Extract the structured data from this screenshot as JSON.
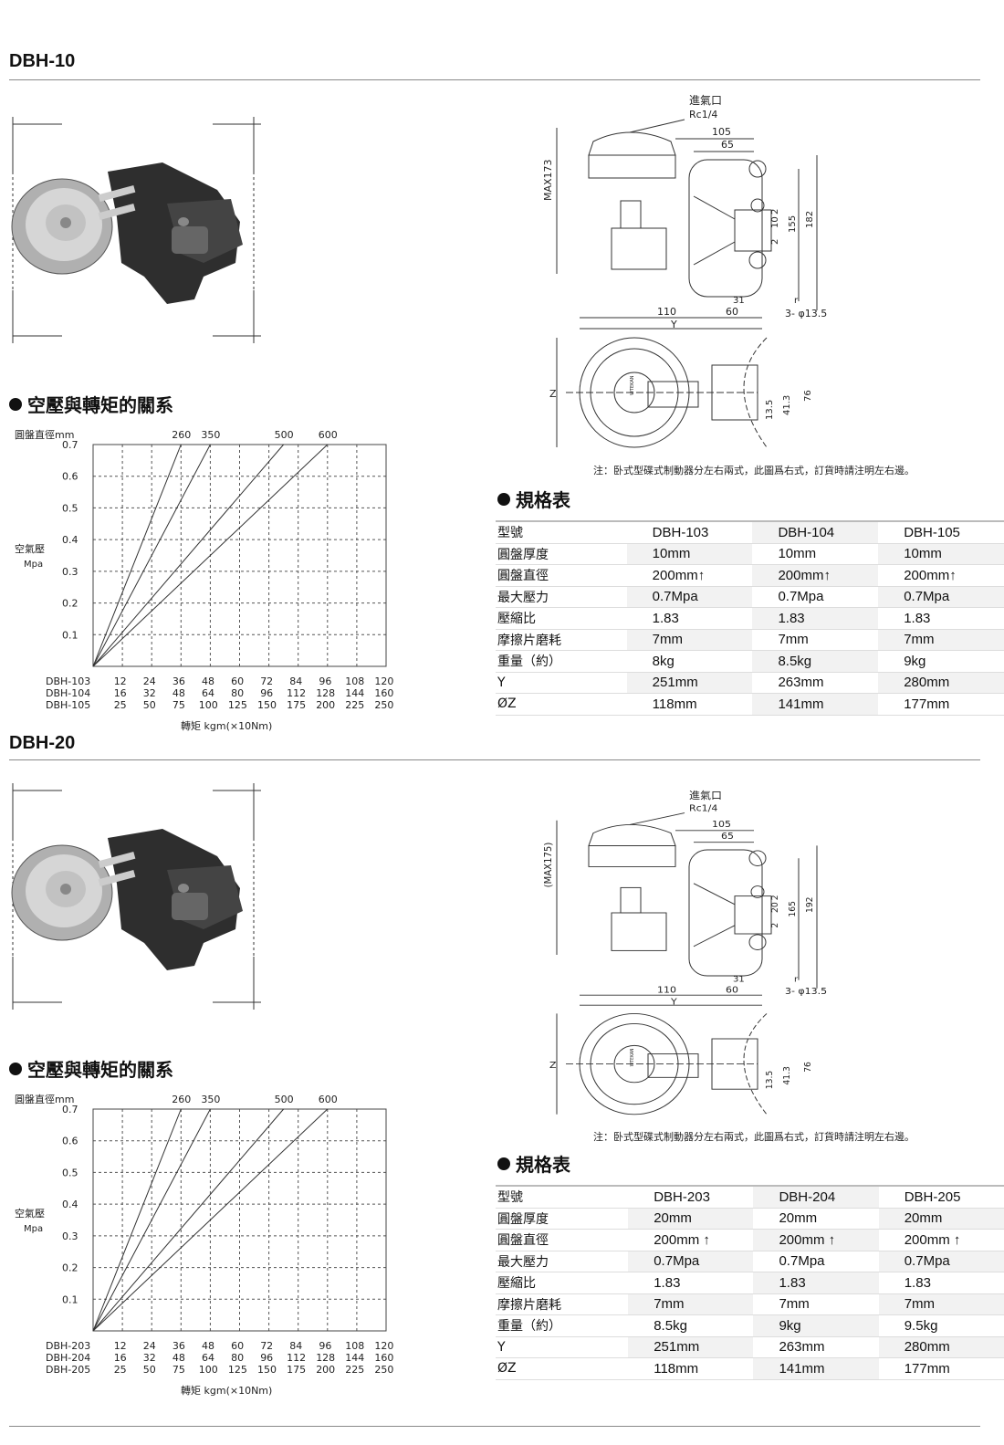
{
  "sections": [
    {
      "title": "DBH-10",
      "chart_heading": "空壓與轉矩的關系",
      "spec_heading": "規格表",
      "note": "注：卧式型碟式制動器分左右兩式，此圖爲右式，訂貨時請注明左右邊。",
      "drawing": {
        "inlet_label": "進氣口",
        "inlet_thread": "Rc1/4",
        "dim_105": "105",
        "dim_65": "65",
        "dim_max": "MAX173",
        "dim_2a": "2",
        "dim_10": "10",
        "dim_2b": "2",
        "dim_155": "155",
        "dim_182": "182",
        "dim_31": "31",
        "dim_110": "110",
        "dim_60": "60",
        "dim_y": "Y",
        "dim_r": "r",
        "dim_hole": "3- φ13.5",
        "dim_z": "Z",
        "dim_135": "13.5",
        "dim_413": "41.3",
        "dim_76": "76",
        "logo": "WTEKAN"
      },
      "chart_data": {
        "type": "line",
        "top_label": "圓盤直徑mm",
        "top_ticks": [
          "260",
          "350",
          "500",
          "600"
        ],
        "ylabel": "空氣壓",
        "yunit": "Mpa",
        "yticks": [
          "0.7",
          "0.6",
          "0.5",
          "0.4",
          "0.3",
          "0.2",
          "0.1"
        ],
        "ylim": [
          0,
          0.7
        ],
        "xlabel": "轉矩  kgm(×10Nm)",
        "x_rows": [
          {
            "name": "DBH-103",
            "values": [
              "12",
              "24",
              "36",
              "48",
              "60",
              "72",
              "84",
              "96",
              "108",
              "120"
            ]
          },
          {
            "name": "DBH-104",
            "values": [
              "16",
              "32",
              "48",
              "64",
              "80",
              "96",
              "112",
              "128",
              "144",
              "160"
            ]
          },
          {
            "name": "DBH-105",
            "values": [
              "25",
              "50",
              "75",
              "100",
              "125",
              "150",
              "175",
              "200",
              "225",
              "250"
            ]
          }
        ],
        "series": [
          {
            "label": "260",
            "end_x_step": 3.0
          },
          {
            "label": "350",
            "end_x_step": 4.0
          },
          {
            "label": "500",
            "end_x_step": 6.5
          },
          {
            "label": "600",
            "end_x_step": 8.0
          }
        ],
        "grid": true
      },
      "spec": {
        "headers": [
          "型號",
          "DBH-103",
          "DBH-104",
          "DBH-105"
        ],
        "rows": [
          [
            "圓盤厚度",
            "10mm",
            "10mm",
            "10mm"
          ],
          [
            "圓盤直徑",
            "200mm↑",
            "200mm↑",
            "200mm↑"
          ],
          [
            "最大壓力",
            "0.7Mpa",
            "0.7Mpa",
            "0.7Mpa"
          ],
          [
            "壓縮比",
            "1.83",
            "1.83",
            "1.83"
          ],
          [
            "摩擦片磨耗",
            "7mm",
            "7mm",
            "7mm"
          ],
          [
            "重量（約）",
            "8kg",
            "8.5kg",
            "9kg"
          ],
          [
            "Y",
            "251mm",
            "263mm",
            "280mm"
          ],
          [
            "ØZ",
            "118mm",
            "141mm",
            "177mm"
          ]
        ]
      }
    },
    {
      "title": "DBH-20",
      "chart_heading": "空壓與轉矩的關系",
      "spec_heading": "規格表",
      "note": "注：卧式型碟式制動器分左右兩式，此圖爲右式，訂貨時請注明左右邊。",
      "drawing": {
        "inlet_label": "進氣口",
        "inlet_thread": "Rc1/4",
        "dim_105": "105",
        "dim_65": "65",
        "dim_max": "(MAX175)",
        "dim_2a": "2",
        "dim_10": "20",
        "dim_2b": "2",
        "dim_155": "165",
        "dim_182": "192",
        "dim_31": "31",
        "dim_110": "110",
        "dim_60": "60",
        "dim_y": "Y",
        "dim_r": "r",
        "dim_hole": "3- φ13.5",
        "dim_z": "Z",
        "dim_135": "13.5",
        "dim_413": "41.3",
        "dim_76": "76",
        "logo": "WTEKAN"
      },
      "chart_data": {
        "type": "line",
        "top_label": "圓盤直徑mm",
        "top_ticks": [
          "260",
          "350",
          "500",
          "600"
        ],
        "ylabel": "空氣壓",
        "yunit": "Mpa",
        "yticks": [
          "0.7",
          "0.6",
          "0.5",
          "0.4",
          "0.3",
          "0.2",
          "0.1"
        ],
        "ylim": [
          0,
          0.7
        ],
        "xlabel": "轉矩  kgm(×10Nm)",
        "x_rows": [
          {
            "name": "DBH-203",
            "values": [
              "12",
              "24",
              "36",
              "48",
              "60",
              "72",
              "84",
              "96",
              "108",
              "120"
            ]
          },
          {
            "name": "DBH-204",
            "values": [
              "16",
              "32",
              "48",
              "64",
              "80",
              "96",
              "112",
              "128",
              "144",
              "160"
            ]
          },
          {
            "name": "DBH-205",
            "values": [
              "25",
              "50",
              "75",
              "100",
              "125",
              "150",
              "175",
              "200",
              "225",
              "250"
            ]
          }
        ],
        "series": [
          {
            "label": "260",
            "end_x_step": 3.0
          },
          {
            "label": "350",
            "end_x_step": 4.0
          },
          {
            "label": "500",
            "end_x_step": 6.5
          },
          {
            "label": "600",
            "end_x_step": 8.0
          }
        ],
        "grid": true
      },
      "spec": {
        "headers": [
          "型號",
          "DBH-203",
          "DBH-204",
          "DBH-205"
        ],
        "rows": [
          [
            "圓盤厚度",
            "20mm",
            "20mm",
            "20mm"
          ],
          [
            "圓盤直徑",
            "200mm ↑",
            "200mm ↑",
            "200mm ↑"
          ],
          [
            "最大壓力",
            "0.7Mpa",
            "0.7Mpa",
            "0.7Mpa"
          ],
          [
            "壓縮比",
            "1.83",
            "1.83",
            "1.83"
          ],
          [
            "摩擦片磨耗",
            "7mm",
            "7mm",
            "7mm"
          ],
          [
            "重量（約）",
            "8.5kg",
            "9kg",
            "9.5kg"
          ],
          [
            "Y",
            "251mm",
            "263mm",
            "280mm"
          ],
          [
            "ØZ",
            "118mm",
            "141mm",
            "177mm"
          ]
        ]
      }
    }
  ]
}
